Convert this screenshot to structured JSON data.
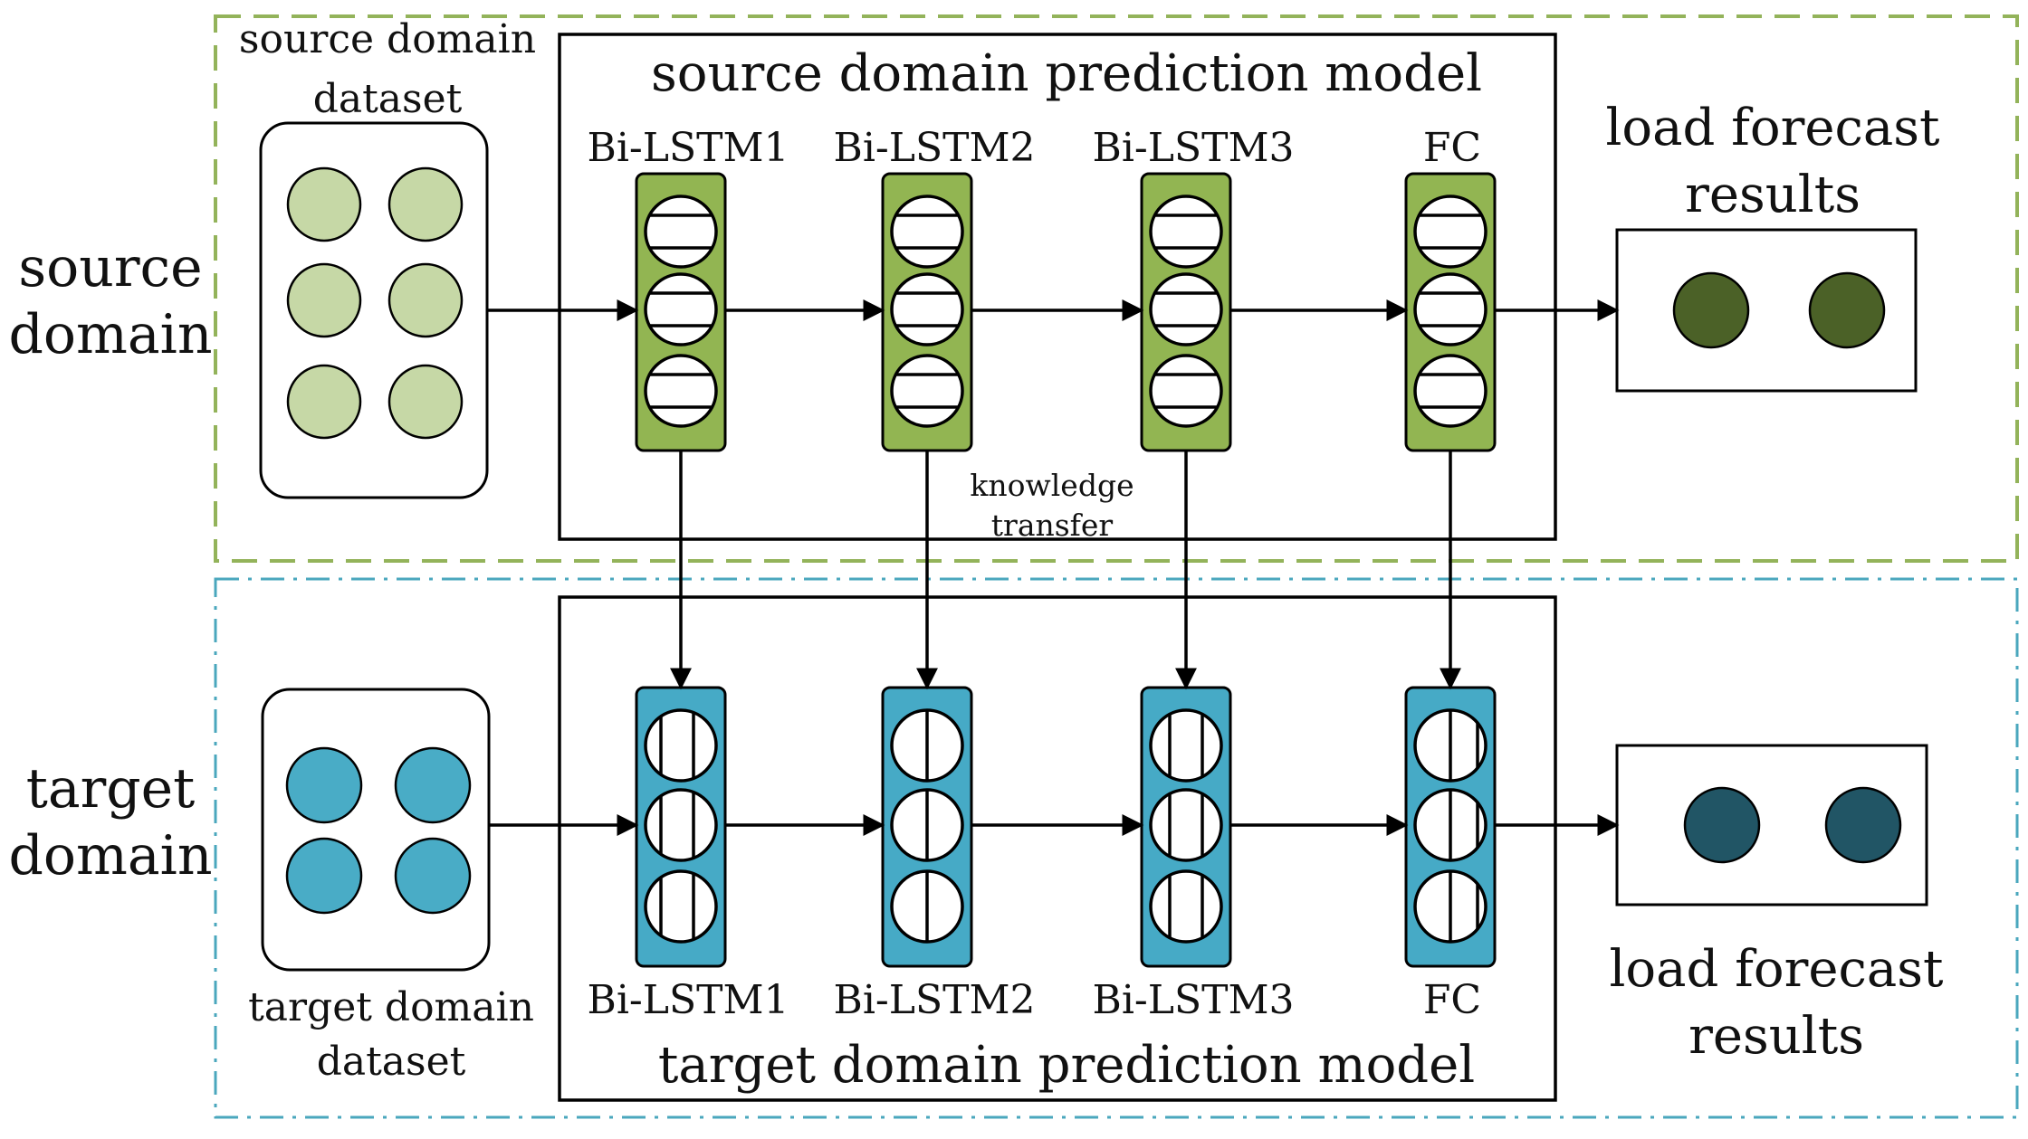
{
  "colors": {
    "source_region_border": "#93b35a",
    "target_region_border": "#4aa7bd",
    "source_layer_fill": "#92b552",
    "target_layer_fill": "#46aac6",
    "source_dataset_node": "#c6d8a6",
    "target_dataset_node": "#49acc6",
    "source_result_node": "#4b6127",
    "target_result_node": "#215565",
    "line": "#000000"
  },
  "source": {
    "side_label_line1": "source",
    "side_label_line2": "domain",
    "dataset_label_line1": "source domain",
    "dataset_label_line2": "dataset",
    "model_title": "source domain prediction model",
    "layers": [
      {
        "label": "Bi-LSTM1"
      },
      {
        "label": "Bi-LSTM2"
      },
      {
        "label": "Bi-LSTM3"
      },
      {
        "label": "FC"
      }
    ],
    "results_label_line1": "load forecast",
    "results_label_line2": "results"
  },
  "transfer_label_line1": "knowledge",
  "transfer_label_line2": "transfer",
  "target": {
    "side_label_line1": "target",
    "side_label_line2": "domain",
    "dataset_label_line1": "target domain",
    "dataset_label_line2": "dataset",
    "model_title": "target domain prediction model",
    "layers": [
      {
        "label": "Bi-LSTM1"
      },
      {
        "label": "Bi-LSTM2"
      },
      {
        "label": "Bi-LSTM3"
      },
      {
        "label": "FC"
      }
    ],
    "results_label_line1": "load forecast",
    "results_label_line2": "results"
  }
}
